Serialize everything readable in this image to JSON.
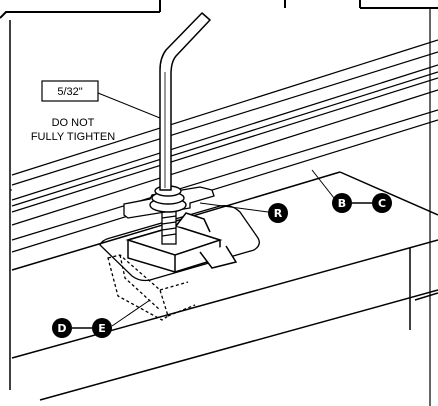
{
  "annotations": {
    "size_label": "5/32\"",
    "caution_line1": "DO NOT",
    "caution_line2": "FULLY TIGHTEN"
  },
  "callouts": {
    "bc": [
      "B",
      "C"
    ],
    "r": [
      "R"
    ],
    "de": [
      "D",
      "E"
    ]
  }
}
